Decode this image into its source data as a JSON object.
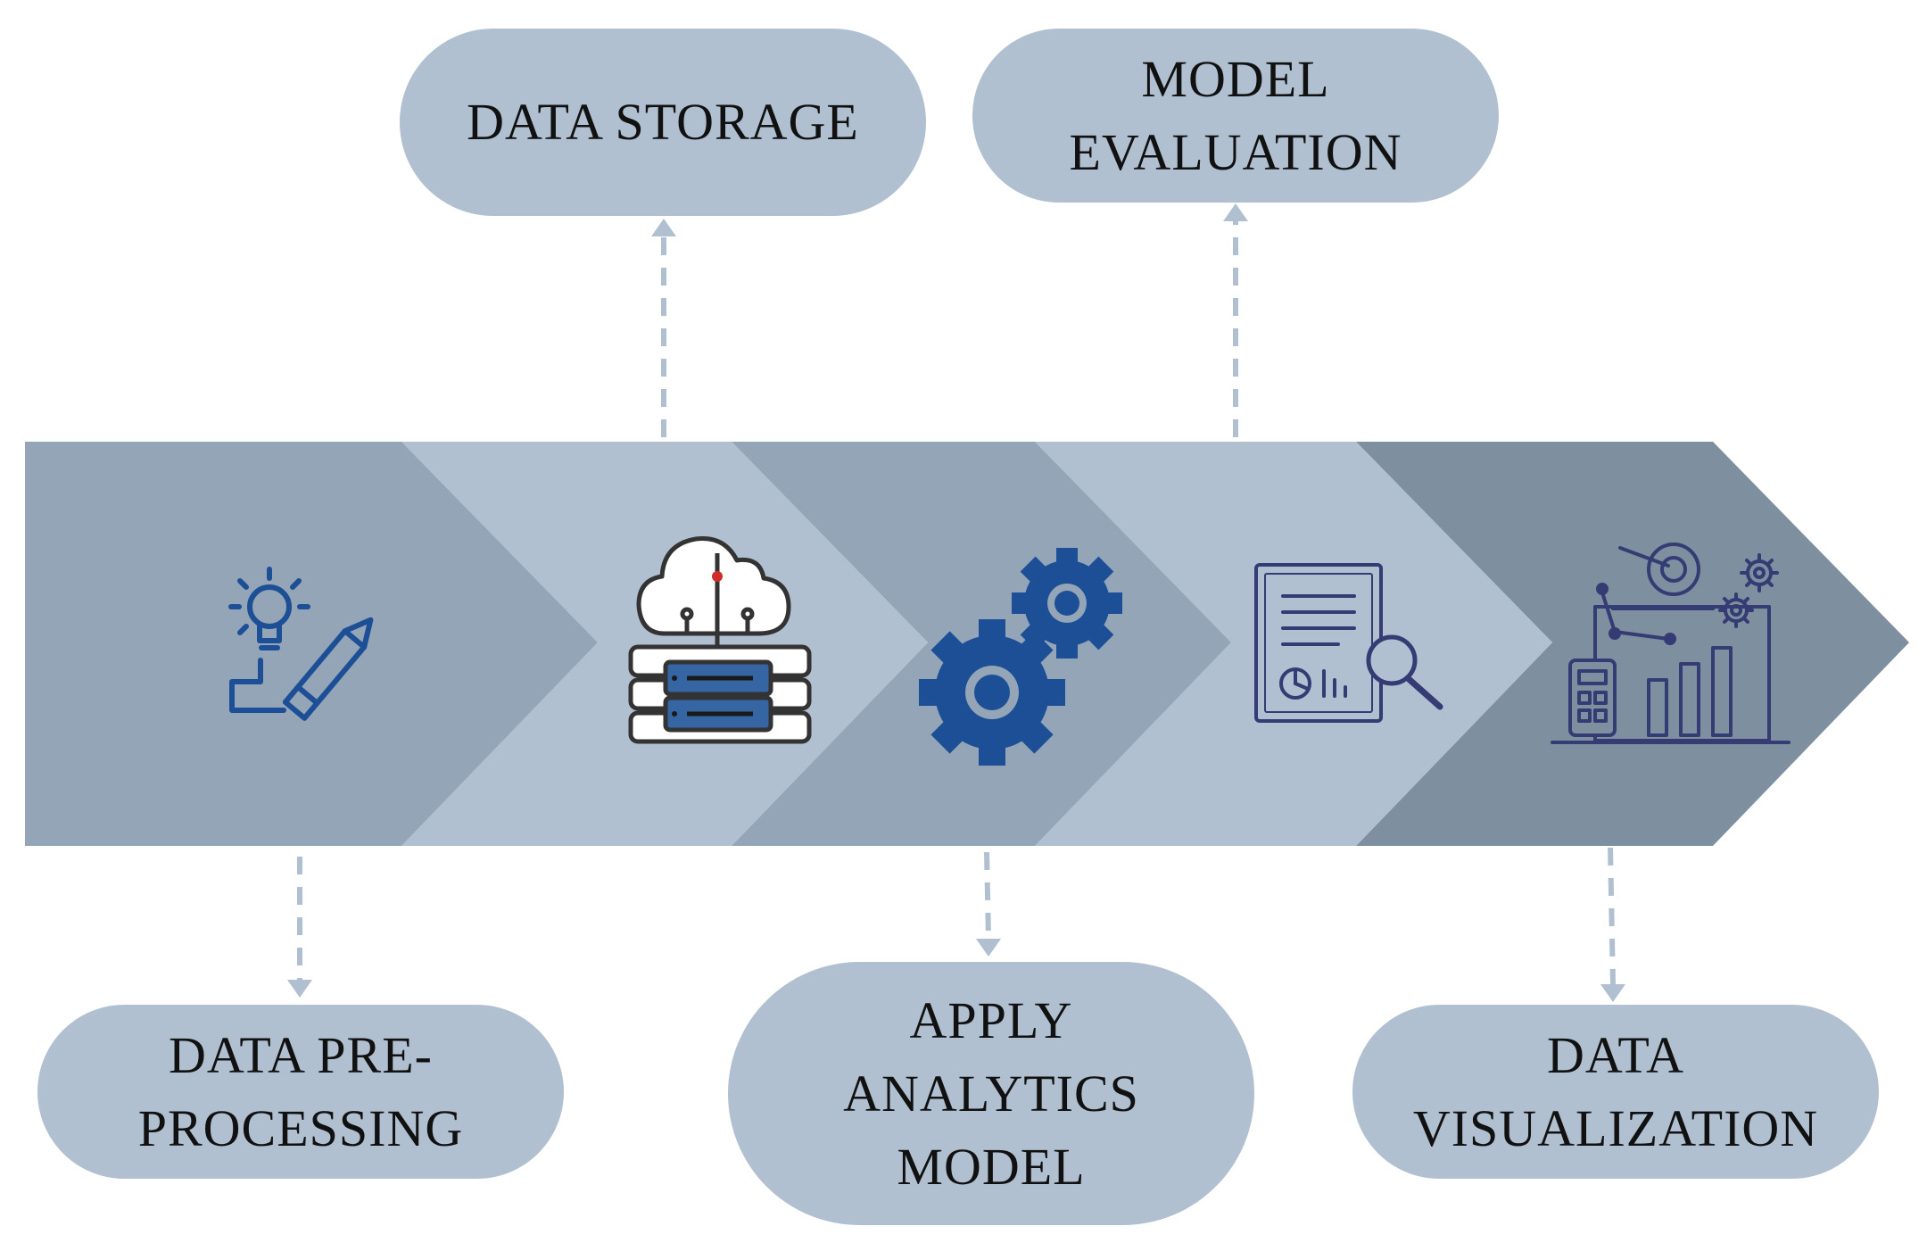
{
  "stages": {
    "data_preprocessing": "DATA PRE-\nPROCESSING",
    "data_storage": "DATA STORAGE",
    "apply_analytics_model": "APPLY\nANALYTICS\nMODEL",
    "model_evaluation": "MODEL\nEVALUATION",
    "data_visualization": "DATA\nVISUALIZATION"
  },
  "icons": {
    "data_preprocessing": "lightbulb-pencil-icon",
    "data_storage": "cloud-server-icon",
    "apply_analytics_model": "gears-icon",
    "model_evaluation": "report-magnifier-icon",
    "data_visualization": "analytics-dashboard-icon"
  },
  "colors": {
    "label_fill": "#b0c0d1",
    "segment_1": "#93a5b6",
    "segment_2": "#b0c0d1",
    "segment_3": "#93a5b6",
    "segment_4": "#b0c0d1",
    "segment_5": "#7e8f9f",
    "icon_blue": "#1c4f96",
    "icon_dark": "#3a3a3a",
    "icon_outline": "#353b73"
  }
}
